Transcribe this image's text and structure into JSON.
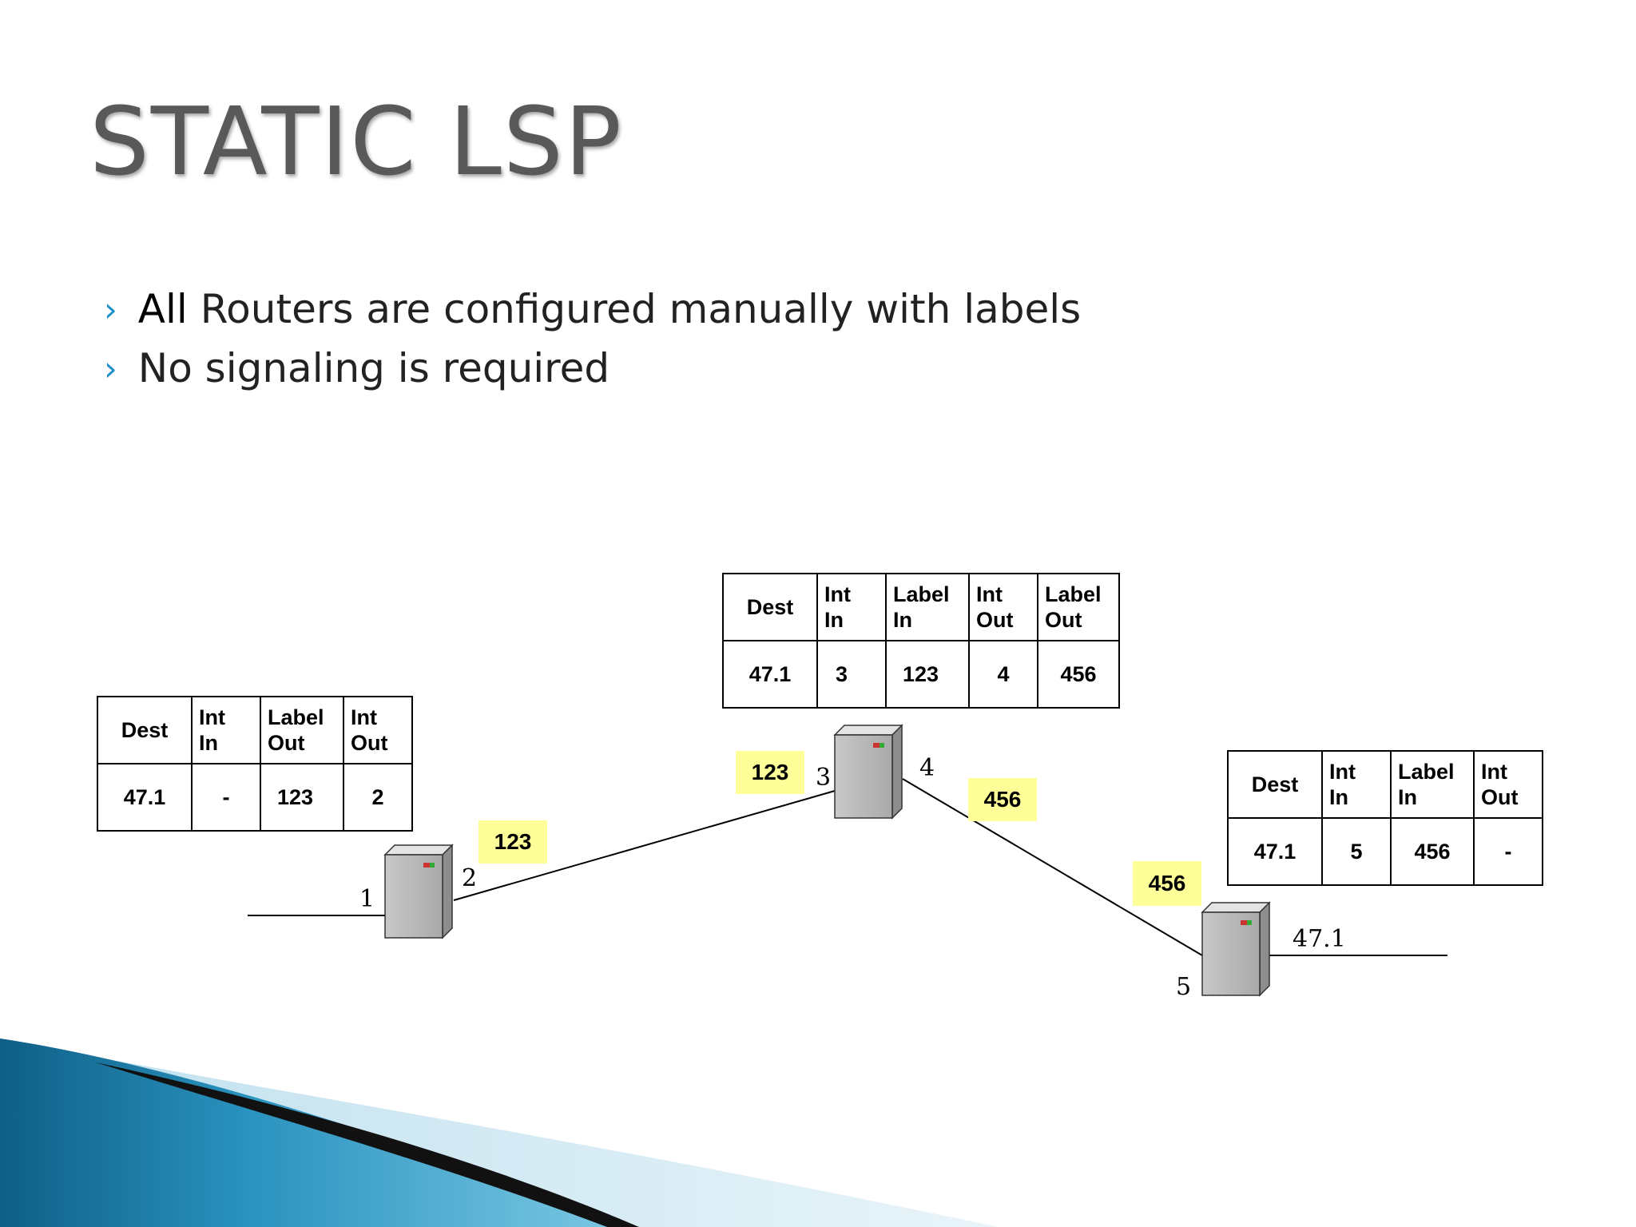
{
  "title": "STATIC LSP",
  "bullets": [
    {
      "strong": "All",
      "text": " Routers are configured manually with labels"
    },
    {
      "strong": "",
      "text": "No signaling is required"
    }
  ],
  "tables": {
    "left": {
      "headers": [
        "Dest",
        "Int\nIn",
        "Label\nOut",
        "Int\nOut"
      ],
      "row": [
        "47.1",
        "-",
        "123",
        "2"
      ]
    },
    "middle": {
      "headers": [
        "Dest",
        "Int\nIn",
        "Label\nIn",
        "Int\nOut",
        "Label\nOut"
      ],
      "row": [
        "47.1",
        "3",
        "123",
        "4",
        "456"
      ]
    },
    "right": {
      "headers": [
        "Dest",
        "Int\nIn",
        "Label\nIn",
        "Int\nOut"
      ],
      "row": [
        "47.1",
        "5",
        "456",
        "-"
      ]
    }
  },
  "labels": {
    "link1": "123",
    "router2_in": "123",
    "router2_out": "456",
    "link2": "456"
  },
  "interfaces": {
    "r1_in": "1",
    "r1_out": "2",
    "r2_in": "3",
    "r2_out": "4",
    "r3_in": "5",
    "r3_dest": "47.1"
  },
  "colors": {
    "label_bg": "#ffff99",
    "bullet_mark": "#1d8fc9",
    "title": "#595959"
  }
}
